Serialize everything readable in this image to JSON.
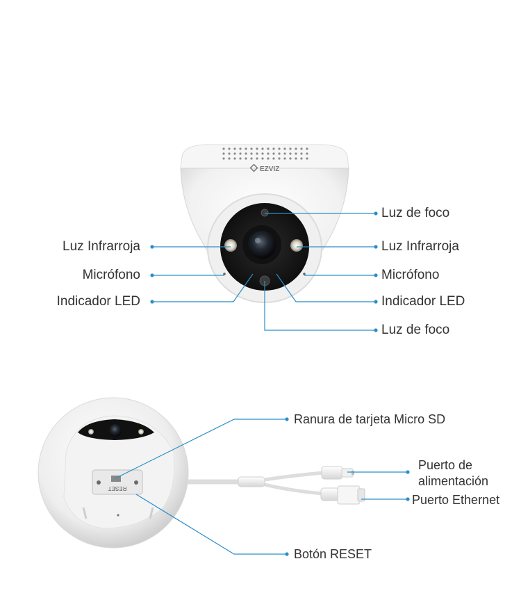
{
  "colors": {
    "leader_line": "#2a8fc7",
    "label_text": "#333333",
    "camera_white": "#f4f4f4",
    "camera_shadow": "#d9d9d9",
    "lens_dark": "#1a1a1a"
  },
  "brand": {
    "logo_text": "EZVIZ"
  },
  "front_view": {
    "labels": {
      "spotlight_top": "Luz de foco",
      "infrared_left": "Luz Infrarroja",
      "infrared_right": "Luz Infrarroja",
      "mic_left": "Micrófono",
      "mic_right": "Micrófono",
      "led_left": "Indicador LED",
      "led_right": "Indicador LED",
      "spotlight_bottom": "Luz de foco"
    }
  },
  "bottom_view": {
    "reset_text": "RESET",
    "labels": {
      "sd_slot": "Ranura de tarjeta Micro SD",
      "power_port_line1": "Puerto de",
      "power_port_line2": "alimentación",
      "ethernet_port": "Puerto Ethernet",
      "reset_button": "Botón RESET"
    }
  }
}
